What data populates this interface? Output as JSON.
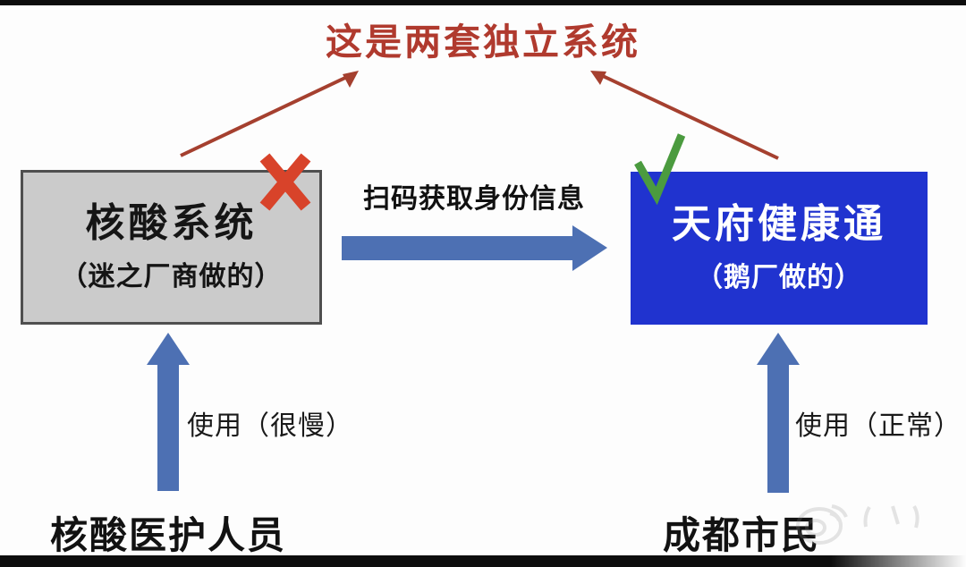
{
  "title": {
    "text": "这是两套独立系统"
  },
  "left_box": {
    "title": "核酸系统",
    "subtitle": "（迷之厂商做的）",
    "mark": "red-cross"
  },
  "right_box": {
    "title": "天府健康通",
    "subtitle": "（鹅厂做的）",
    "mark": "green-check"
  },
  "scan_arrow": {
    "label": "扫码获取身份信息",
    "direction": "left-to-right"
  },
  "left_flow": {
    "use_label": "使用（很慢）",
    "actor": "核酸医护人员"
  },
  "right_flow": {
    "use_label": "使用（正常）",
    "actor": "成都市民"
  },
  "watermark": {
    "icon": "weibo-eye-logo"
  },
  "colors": {
    "title_red": "#b03a2e",
    "red_arrow": "#a5402f",
    "cross_red": "#d8432a",
    "check_green": "#4b9b3f",
    "gray_box_fill": "#cbcbcb",
    "gray_box_border": "#4f4f4f",
    "blue_box": "#2033cf",
    "blue_arrow": "#4d70b3",
    "bar_black": "#0d0d0d",
    "watermark_gray": "#8a8a8a"
  }
}
